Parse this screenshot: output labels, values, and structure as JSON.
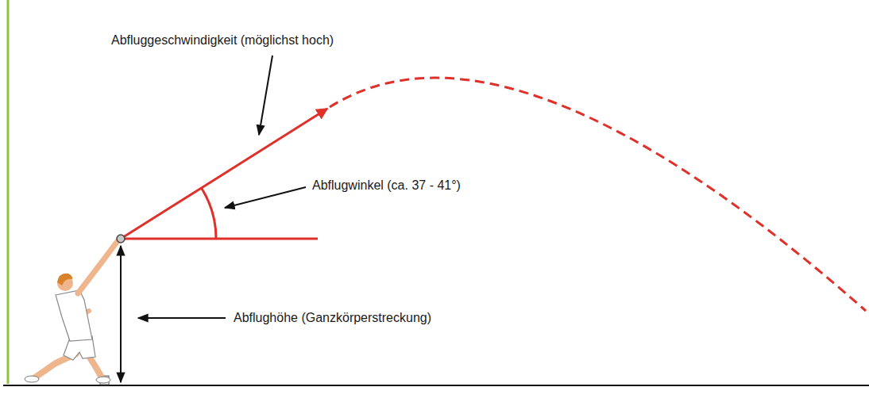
{
  "diagram": {
    "labels": [
      "Abfluggeschwindigkeit (möglichst hoch)",
      "Abflugwinkel (ca. 37 - 41°)",
      "Abflughöhe (Ganzkörperstreckung)"
    ]
  }
}
